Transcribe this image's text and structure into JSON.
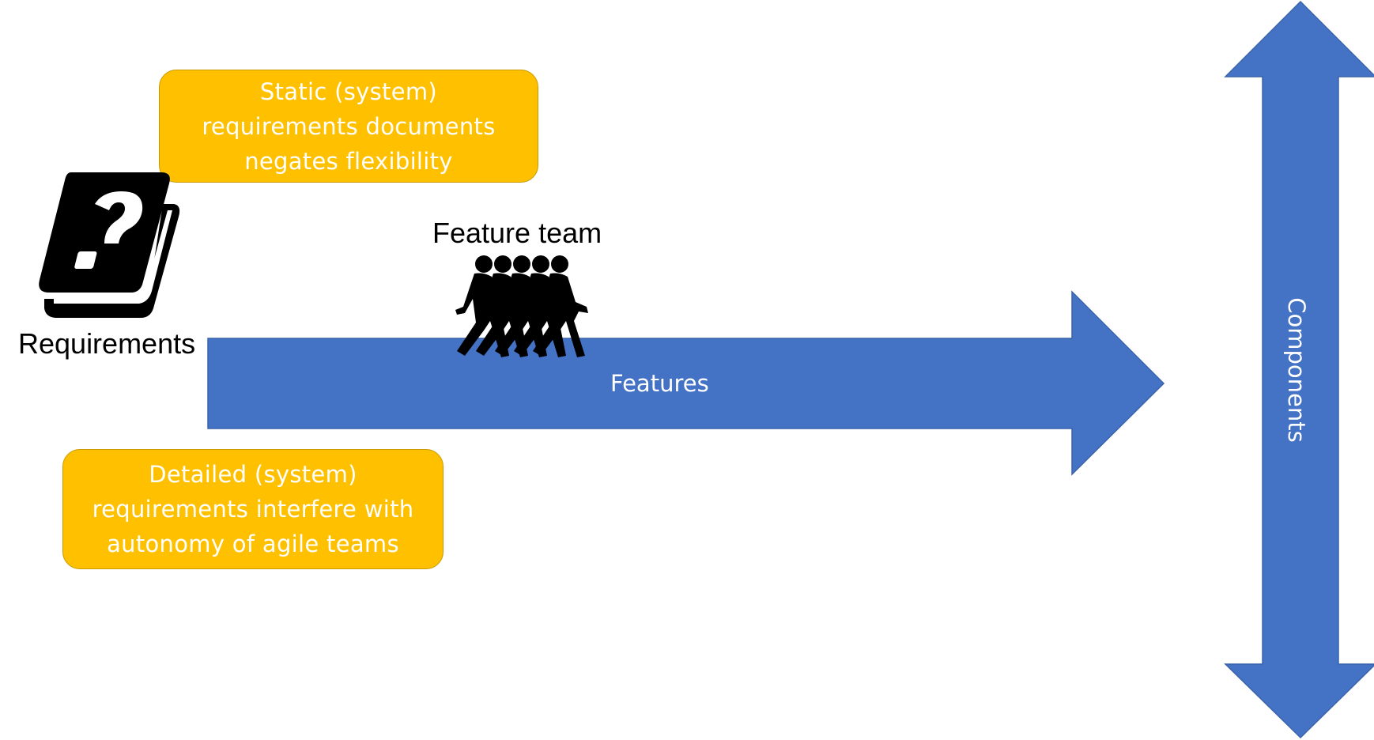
{
  "notes": {
    "static": "Static (system)\nrequirements documents\nnegates flexibility",
    "detailed": "Detailed (system)\nrequirements interfere with\nautonomy of agile teams"
  },
  "labels": {
    "requirements": "Requirements",
    "feature_team": "Feature team",
    "features": "Features",
    "components": "Components"
  },
  "icons": {
    "requirements": "question-book-icon",
    "team": "walking-team-icon"
  },
  "colors": {
    "arrow": "#4472C4",
    "note": "#FFC000",
    "note_text": "#FFFFFF",
    "arrow_text": "#FFFFFF"
  }
}
